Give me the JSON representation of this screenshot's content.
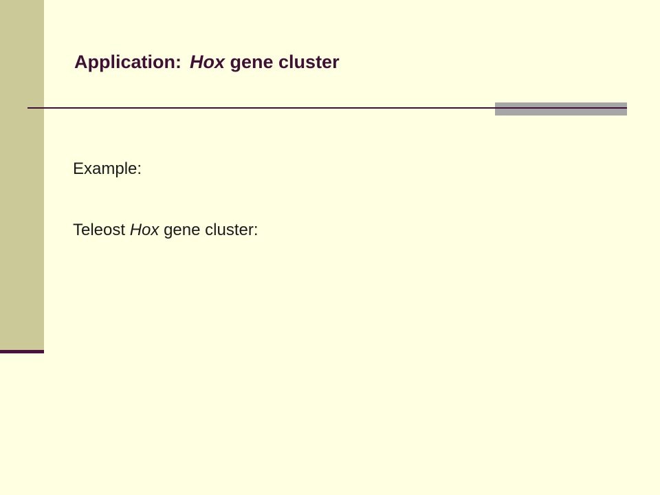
{
  "slide": {
    "title": {
      "prefix": "Application:",
      "italic": "Hox",
      "suffix": " gene cluster"
    },
    "body": [
      {
        "text": "Example:"
      },
      {
        "prefix": "Teleost ",
        "italic": "Hox",
        "suffix": " gene cluster:"
      }
    ]
  },
  "colors": {
    "background": "#FFFFE1",
    "sidebar": "#CCC998",
    "accent": "#4A1240",
    "title_text": "#3F0F35",
    "rule_highlight": "#A6A6A6"
  }
}
